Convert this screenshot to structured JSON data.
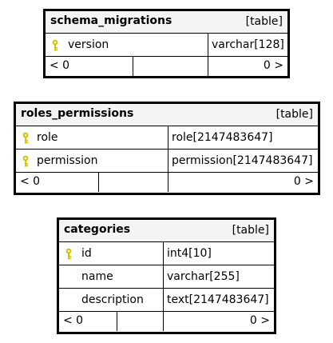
{
  "tables": [
    {
      "name": "schema_migrations",
      "kind": "[table]",
      "columns": [
        {
          "name": "version",
          "type": "varchar[128]",
          "key": true
        }
      ],
      "footer": {
        "left": "< 0",
        "right": "0 >"
      }
    },
    {
      "name": "roles_permissions",
      "kind": "[table]",
      "columns": [
        {
          "name": "role",
          "type": "role[2147483647]",
          "key": true
        },
        {
          "name": "permission",
          "type": "permission[2147483647]",
          "key": true
        }
      ],
      "footer": {
        "left": "< 0",
        "right": "0 >"
      }
    },
    {
      "name": "categories",
      "kind": "[table]",
      "columns": [
        {
          "name": "id",
          "type": "int4[10]",
          "key": true
        },
        {
          "name": "name",
          "type": "varchar[255]",
          "key": false
        },
        {
          "name": "description",
          "type": "text[2147483647]",
          "key": false
        }
      ],
      "footer": {
        "left": "< 0",
        "right": "0 >"
      }
    }
  ],
  "colors": {
    "key_icon": "#d6c400",
    "header_bg": "#f4f4f4",
    "border": "#000000"
  }
}
